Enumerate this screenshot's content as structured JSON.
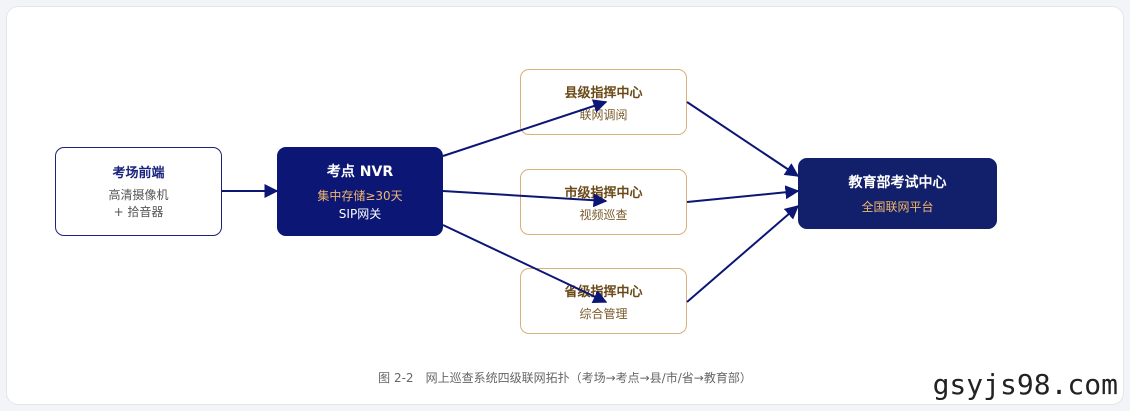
{
  "nodes": {
    "front": {
      "title": "考场前端",
      "line1": "高清摄像机",
      "line2": "+ 拾音器"
    },
    "nvr": {
      "title": "考点 NVR",
      "line1": "集中存储≥30天",
      "line2": "SIP网关"
    },
    "county": {
      "title": "县级指挥中心",
      "sub": "联网调阅"
    },
    "city": {
      "title": "市级指挥中心",
      "sub": "视频巡查"
    },
    "province": {
      "title": "省级指挥中心",
      "sub": "综合管理"
    },
    "edu": {
      "title": "教育部考试中心",
      "sub": "全国联网平台"
    }
  },
  "caption": "图 2-2　网上巡查系统四级联网拓扑（考场→考点→县/市/省→教育部）",
  "watermark": "gsyjs98.com",
  "colors": {
    "arrow": "#0b1675",
    "nvr": "#0b1675",
    "edu": "#121f6b",
    "gold_text": "#f0b86c",
    "mid_border": "#d7b07a"
  }
}
